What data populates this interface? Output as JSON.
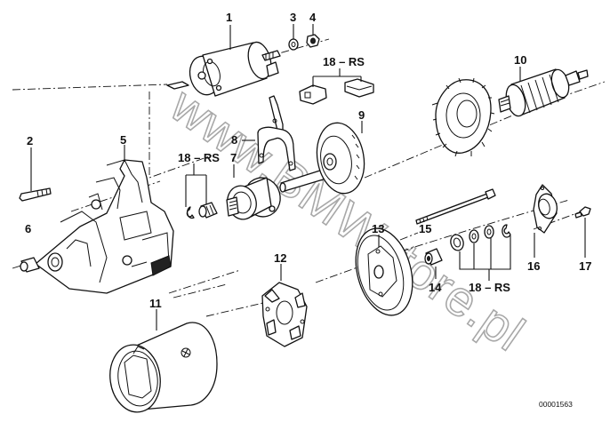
{
  "diagram": {
    "title": "Starter motor exploded view",
    "reference_number": "00001563",
    "watermark": "www.BMWstore.pl",
    "callouts": {
      "c1": "1",
      "c2": "2",
      "c3": "3",
      "c4": "4",
      "c5": "5",
      "c6": "6",
      "c7": "7",
      "c8": "8",
      "c9": "9",
      "c10": "10",
      "c11": "11",
      "c12": "12",
      "c13": "13",
      "c14": "14",
      "c15": "15",
      "c16": "16",
      "c17": "17",
      "c18_top": "18 – RS",
      "c18_left": "18 – RS",
      "c18_right": "18 – RS"
    },
    "parts": [
      {
        "id": "1",
        "name": "solenoid-switch"
      },
      {
        "id": "2",
        "name": "bolt"
      },
      {
        "id": "3",
        "name": "washer"
      },
      {
        "id": "4",
        "name": "nut"
      },
      {
        "id": "5",
        "name": "drive-end-housing"
      },
      {
        "id": "6",
        "name": "bushing"
      },
      {
        "id": "7",
        "name": "pinion-drive"
      },
      {
        "id": "8",
        "name": "engaging-lever"
      },
      {
        "id": "9",
        "name": "planetary-gear-set"
      },
      {
        "id": "10",
        "name": "armature"
      },
      {
        "id": "11",
        "name": "field-frame"
      },
      {
        "id": "12",
        "name": "brush-holder"
      },
      {
        "id": "13",
        "name": "commutator-end-cover"
      },
      {
        "id": "14",
        "name": "bushing"
      },
      {
        "id": "15",
        "name": "through-bolt"
      },
      {
        "id": "16",
        "name": "end-cap"
      },
      {
        "id": "17",
        "name": "screw"
      },
      {
        "id": "18-RS",
        "name": "repair-kit"
      }
    ]
  }
}
